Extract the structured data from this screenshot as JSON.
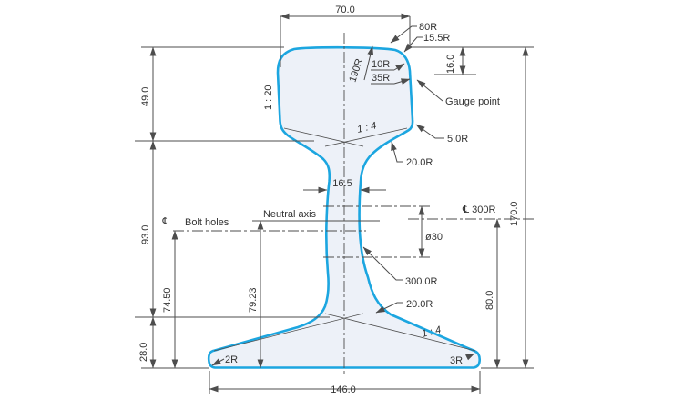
{
  "colors": {
    "rail_stroke": "#1ca6e0",
    "rail_fill": "#edf1f8",
    "line": "#4d4d4d",
    "text": "#333333"
  },
  "diagram": {
    "dimensions": {
      "head_width": "70.0",
      "gauge_depth": "16.0",
      "head_zone_height": "49.0",
      "web_zone_height": "93.0",
      "base_zone_height": "28.0",
      "total_height": "170.0",
      "web_thickness": "16.5",
      "bolt_hole_diameter": "ø30",
      "bolt_hole_height": "74.50",
      "neutral_axis_height": "79.23",
      "web_radius_center_height": "80.0",
      "base_width": "146.0"
    },
    "radii": {
      "crown": "190R",
      "head_top": "80R",
      "head_corner": "15.5R",
      "gauge_upper": "10R",
      "gauge_lower": "35R",
      "head_side": "5.0R",
      "head_web_fillet": "20.0R",
      "web": "300.0R",
      "base_web_fillet": "20.0R",
      "web_radius_centerline": "℄ 300R",
      "base_edge_left": "2R",
      "base_edge_right": "3R"
    },
    "slopes": {
      "head_side": "1 : 20",
      "head_underside": "1 : 4",
      "base_top": "1 : 4"
    },
    "labels": {
      "gauge_point": "Gauge point",
      "neutral_axis": "Neutral axis",
      "bolt_holes": "Bolt holes",
      "centerline_symbol": "℄"
    }
  }
}
